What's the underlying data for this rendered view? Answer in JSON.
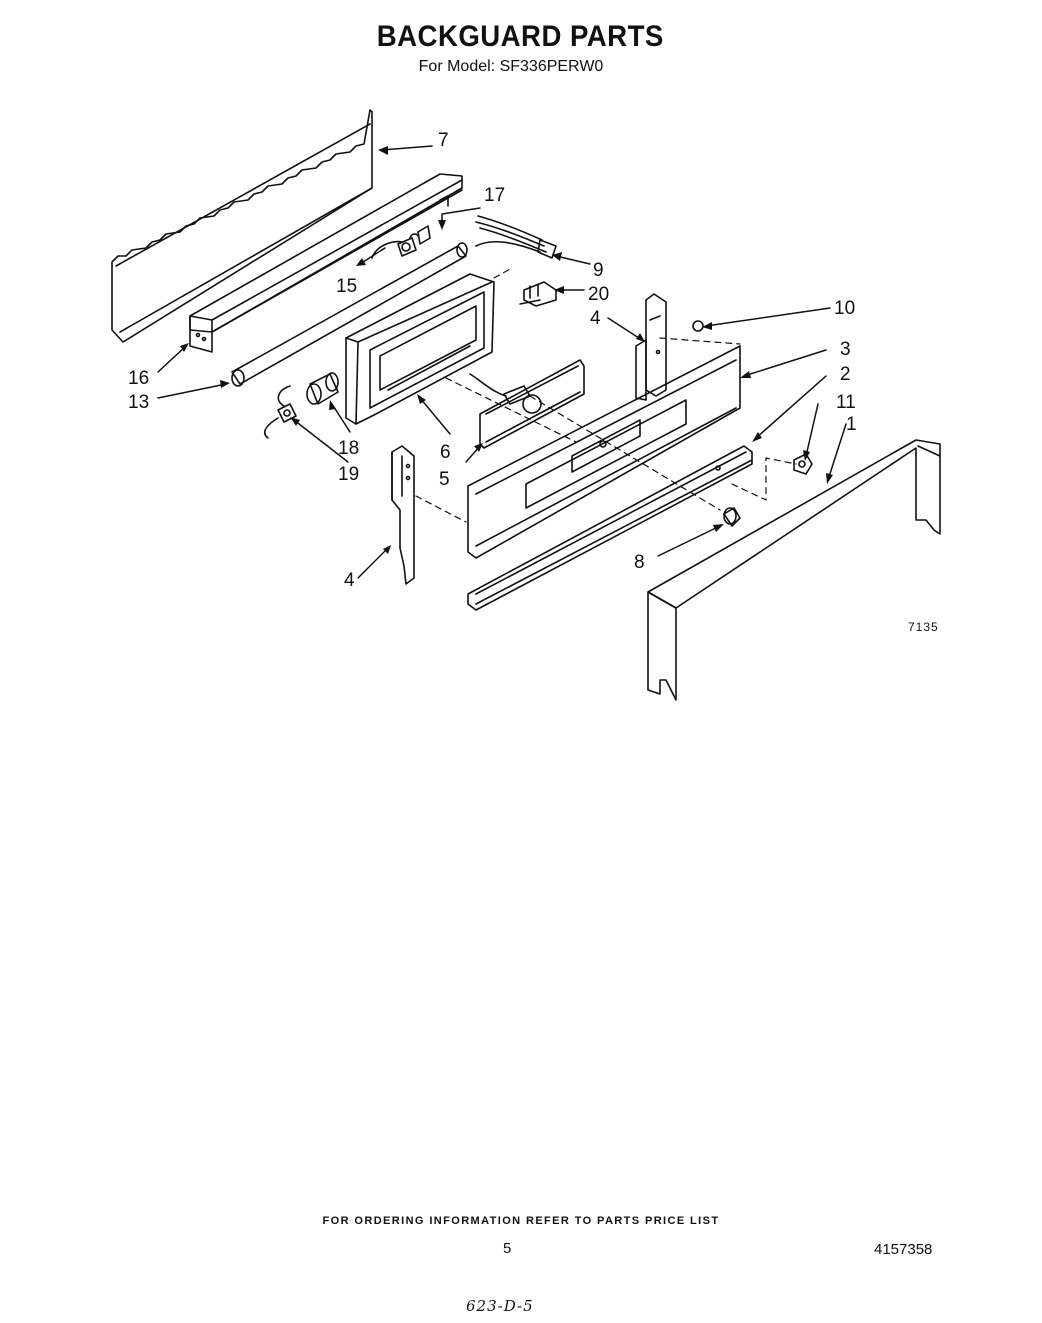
{
  "header": {
    "title": "BACKGUARD PARTS",
    "subtitle": "For Model: SF336PERW0"
  },
  "diagram": {
    "figure_code": "7135",
    "callouts": [
      "7",
      "17",
      "9",
      "15",
      "20",
      "10",
      "4",
      "3",
      "2",
      "11",
      "1",
      "16",
      "13",
      "18",
      "19",
      "6",
      "5",
      "8",
      "4"
    ]
  },
  "footer": {
    "note": "FOR ORDERING INFORMATION REFER TO PARTS PRICE LIST",
    "page_number": "5",
    "document_number": "4157358",
    "handwritten_mark": "623-D-5"
  }
}
